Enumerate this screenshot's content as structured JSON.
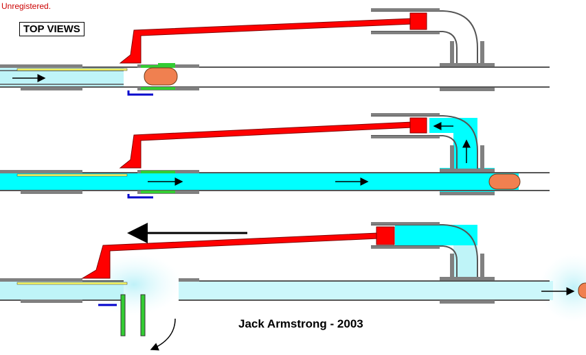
{
  "watermark": "Unregistered.",
  "title": "TOP VIEWS",
  "credit": "Jack Armstrong - 2003",
  "colors": {
    "air": "#00ffff",
    "air_light": "#ccf7fb",
    "piston": "#ff0000",
    "seal": "#33cc33",
    "projectile": "#f08050",
    "valve_lever": "#0000cc",
    "pilot_tube": "#ffff66",
    "metal": "#808080"
  },
  "panels": [
    {
      "name": "panel-top",
      "state": "closed"
    },
    {
      "name": "panel-middle",
      "state": "firing"
    },
    {
      "name": "panel-bottom",
      "state": "reset"
    }
  ]
}
